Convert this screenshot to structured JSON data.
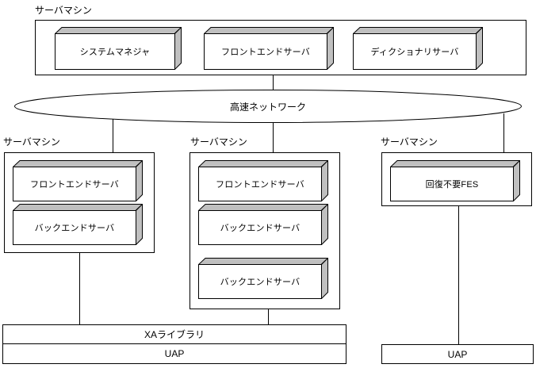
{
  "diagram": {
    "title_visible": false,
    "colors": {
      "line": "#000000",
      "face": "#ffffff",
      "shade": "#c0c0c0",
      "background": "#ffffff"
    },
    "captions": {
      "server_machine": "サーバマシン"
    },
    "network": {
      "label": "高速ネットワーク"
    },
    "machines": [
      {
        "id": "top-machine",
        "caption": "サーバマシン",
        "blocks": [
          {
            "id": "system-manager",
            "label": "システムマネジャ"
          },
          {
            "id": "front-end-server-top",
            "label": "フロントエンドサーバ"
          },
          {
            "id": "dictionary-server",
            "label": "ディクショナリサーバ"
          }
        ]
      },
      {
        "id": "left-machine",
        "caption": "サーバマシン",
        "blocks": [
          {
            "id": "front-end-server-left",
            "label": "フロントエンドサーバ"
          },
          {
            "id": "back-end-server-left",
            "label": "バックエンドサーバ"
          }
        ]
      },
      {
        "id": "middle-machine",
        "caption": "サーバマシン",
        "blocks": [
          {
            "id": "front-end-server-mid",
            "label": "フロントエンドサーバ"
          },
          {
            "id": "back-end-server-mid-1",
            "label": "バックエンドサーバ"
          },
          {
            "id": "back-end-server-mid-2",
            "label": "バックエンドサーバ"
          }
        ]
      },
      {
        "id": "right-machine",
        "caption": "サーバマシン",
        "blocks": [
          {
            "id": "no-recovery-fes",
            "label": "回復不要FES"
          }
        ]
      }
    ],
    "footers": [
      {
        "id": "xa-library",
        "label": "XAライブラリ"
      },
      {
        "id": "uap-left",
        "label": "UAP"
      },
      {
        "id": "uap-right",
        "label": "UAP"
      }
    ]
  }
}
